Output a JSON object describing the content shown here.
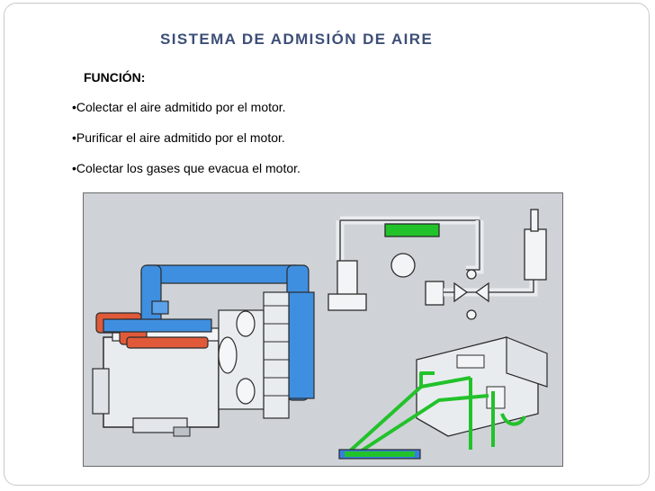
{
  "slide": {
    "title": "SISTEMA DE ADMISIÓN DE AIRE",
    "heading": "FUNCIÓN:",
    "bullets": [
      "•Colectar el aire admitido por el motor.",
      "•Purificar el aire admitido por el motor.",
      "•Colectar los gases que evacua el motor."
    ]
  },
  "diagram": {
    "colors": {
      "background": "#cfd3d8",
      "intake_pipe": "#3f8fe0",
      "exhaust_manifold": "#e05a3a",
      "coolant_lines": "#22c22a",
      "machine_body": "#e9ecef",
      "outline": "#2b2b2b"
    }
  }
}
